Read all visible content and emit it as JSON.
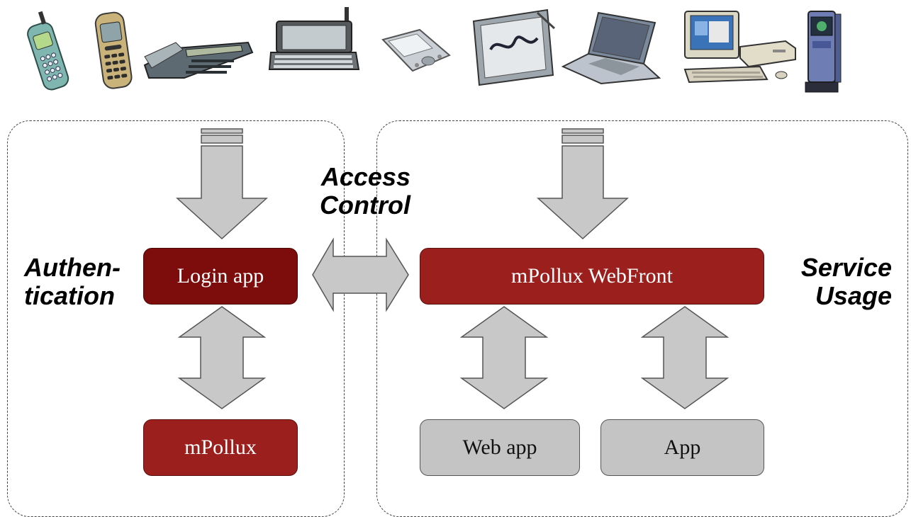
{
  "devices": [
    {
      "name": "mobile-phone-icon"
    },
    {
      "name": "nokia-phone-icon"
    },
    {
      "name": "communicator-open-icon"
    },
    {
      "name": "communicator-laptop-icon"
    },
    {
      "name": "pda-icon"
    },
    {
      "name": "tablet-icon"
    },
    {
      "name": "laptop-icon"
    },
    {
      "name": "desktop-pc-icon"
    },
    {
      "name": "kiosk-icon"
    }
  ],
  "labels": {
    "access_line1": "Access",
    "access_line2": "Control",
    "auth_line1": "Authen-",
    "auth_line2": "tication",
    "service_line1": "Service",
    "service_line2": "Usage"
  },
  "boxes": {
    "login_app": "Login app",
    "mpollux": "mPollux",
    "webfront": "mPollux WebFront",
    "web_app": "Web app",
    "app": "App"
  },
  "colors": {
    "login_fill": "#7d0d0c",
    "red_fill": "#9b1f1c",
    "grey_fill": "#c4c4c4",
    "arrow_fill": "#c8c8c8"
  }
}
